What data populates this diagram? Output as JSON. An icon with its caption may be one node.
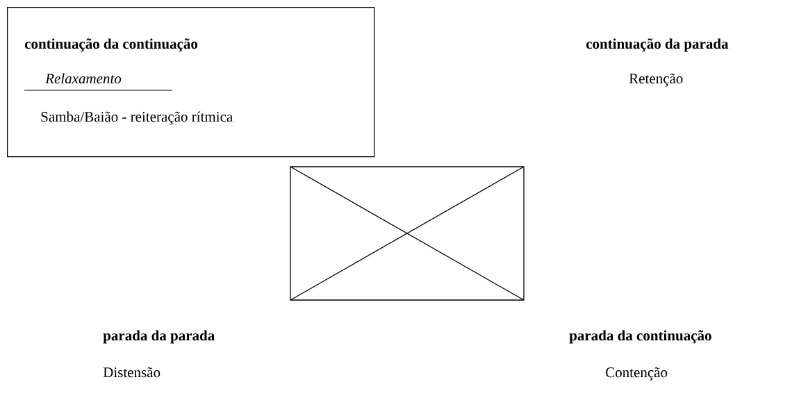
{
  "diagram": {
    "nodes": [
      {
        "text": [
          "continuação da continuação",
          "Relaxamento",
          "Samba/Baião  -  reiteração rítmica"
        ]
      }
    ],
    "labels": [
      "continuação da parada",
      "Retenção",
      "parada da parada",
      "parada da continuação",
      "Distensão",
      "Contenção"
    ]
  }
}
